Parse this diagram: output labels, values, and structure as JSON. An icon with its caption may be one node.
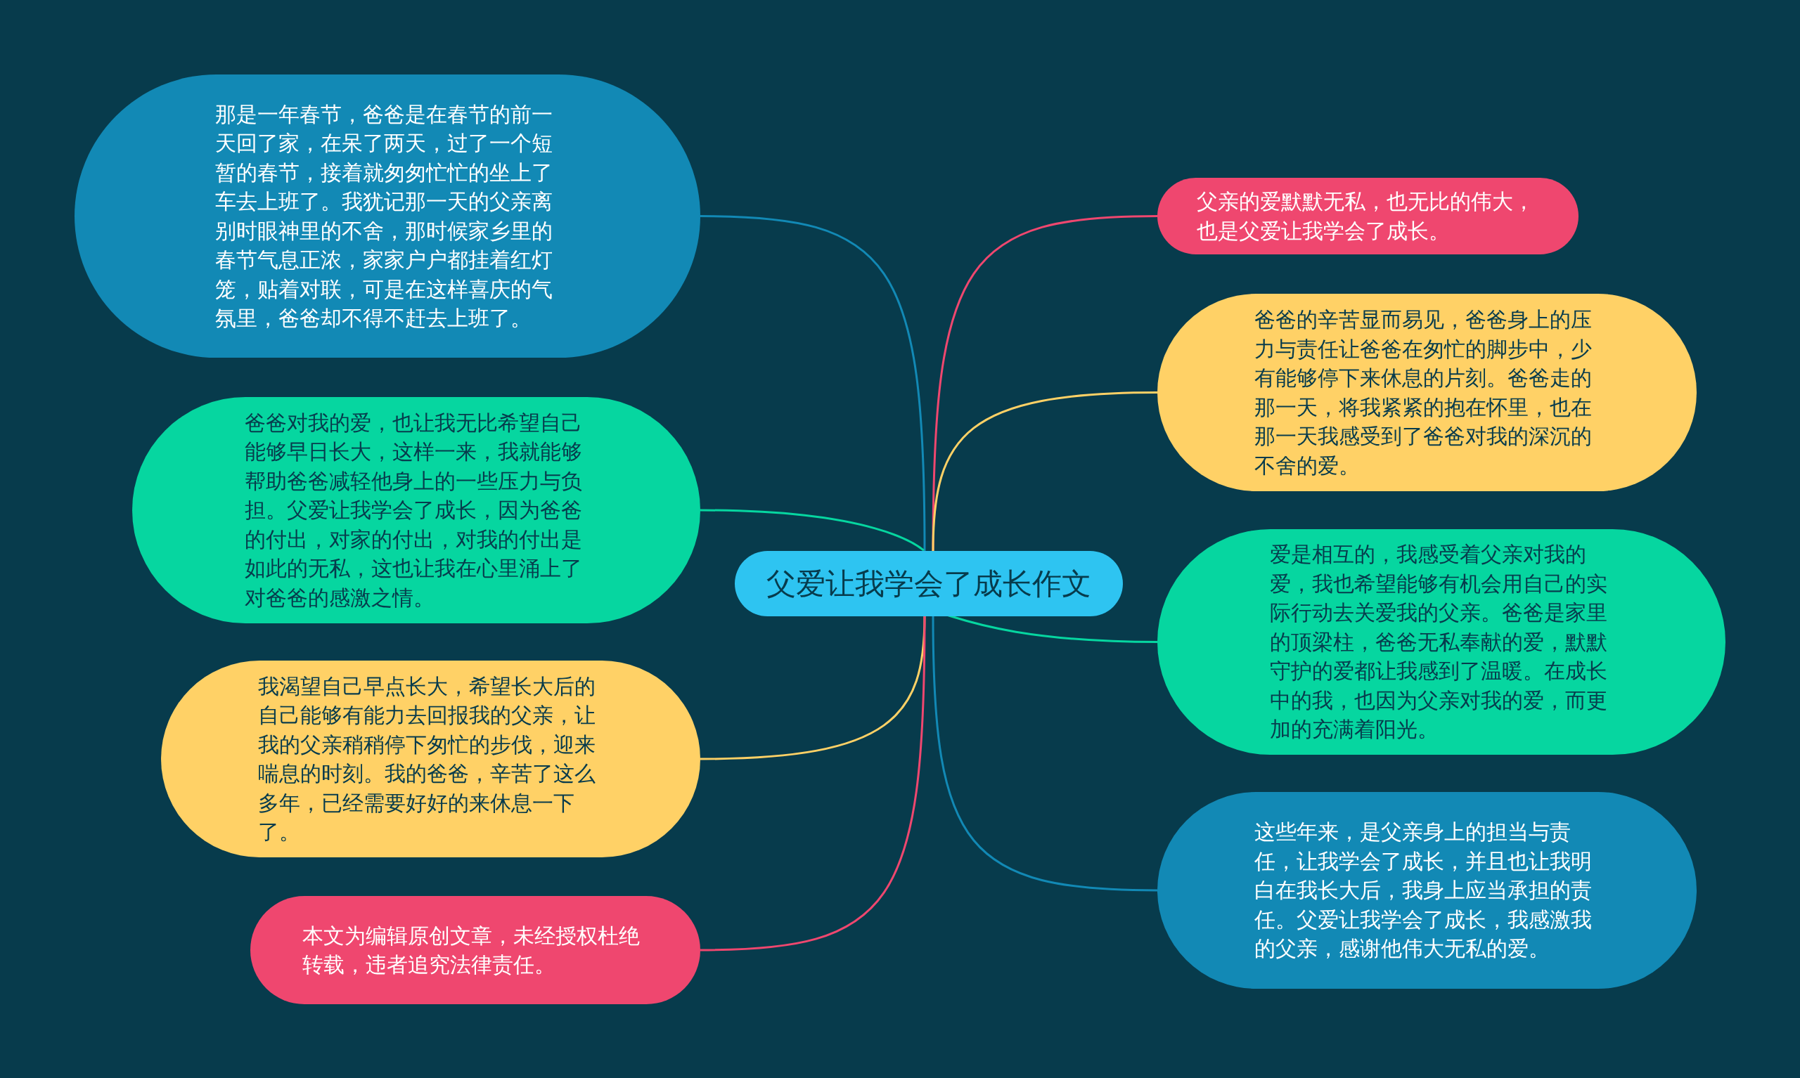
{
  "diagram": {
    "nodes": [
      {
        "text": [
          "父爱让我学会了成长作文"
        ]
      },
      {
        "text": [
          "那是一年春节，爸爸是在春节的前一天回了家，在呆了两天，过了一个短暂的春节，接着就匆匆忙忙的坐上了车去上班了。我犹记那一天的父亲离别时眼神里的不舍，那时候家乡里的春节气息正浓，家家户户都挂着红灯笼，贴着对联，可是在这样喜庆的气氛里，爸爸却不得不赶去上班了。"
        ]
      },
      {
        "text": [
          "爸爸对我的爱，也让我无比希望自己能够早日长大，这样一来，我就能够帮助爸爸减轻他身上的一些压力与负担。父爱让我学会了成长，因为爸爸的付出，对家的付出，对我的付出是如此的无私，这也让我在心里涌上了对爸爸的感激之情。"
        ]
      },
      {
        "text": [
          "我渴望自己早点长大，希望长大后的自己能够有能力去回报我的父亲，让我的父亲稍稍停下匆忙的步伐，迎来喘息的时刻。我的爸爸，辛苦了这么多年，已经需要好好的来休息一下了。"
        ]
      },
      {
        "text": [
          "本文为编辑原创文章，未经授权杜绝转载，违者追究法律责任。"
        ]
      },
      {
        "text": [
          "父亲的爱默默无私，也无比的伟大，也是父爱让我学会了成长。"
        ]
      },
      {
        "text": [
          "爸爸的辛苦显而易见，爸爸身上的压力与责任让爸爸在匆忙的脚步中，少有能够停下来休息的片刻。爸爸走的那一天，将我紧紧的抱在怀里，也在那一天我感受到了爸爸对我的深沉的不舍的爱。"
        ]
      },
      {
        "text": [
          "爱是相互的，我感受着父亲对我的爱，我也希望能够有机会用自己的实际行动去关爱我的父亲。爸爸是家里的顶梁柱，爸爸无私奉献的爱，默默守护的爱都让我感到了温暖。在成长中的我，也因为父亲对我的爱，而更加的充满着阳光。"
        ]
      },
      {
        "text": [
          "这些年来，是父亲身上的担当与责任，让我学会了成长，并且也让我明白在我长大后，我身上应当承担的责任。父爱让我学会了成长，我感激我的父亲，感谢他伟大无私的爱。"
        ]
      }
    ],
    "edges": [
      {
        "from": 0,
        "to": 1,
        "arrow": "none",
        "color": "#1289b5"
      },
      {
        "from": 0,
        "to": 2,
        "arrow": "none",
        "color": "#06d6a0"
      },
      {
        "from": 0,
        "to": 3,
        "arrow": "none",
        "color": "#ffd166"
      },
      {
        "from": 0,
        "to": 4,
        "arrow": "none",
        "color": "#ef476f"
      },
      {
        "from": 0,
        "to": 5,
        "arrow": "none",
        "color": "#ef476f"
      },
      {
        "from": 0,
        "to": 6,
        "arrow": "none",
        "color": "#ffd166"
      },
      {
        "from": 0,
        "to": 7,
        "arrow": "none",
        "color": "#06d6a0"
      },
      {
        "from": 0,
        "to": 8,
        "arrow": "none",
        "color": "#1289b5"
      }
    ]
  }
}
